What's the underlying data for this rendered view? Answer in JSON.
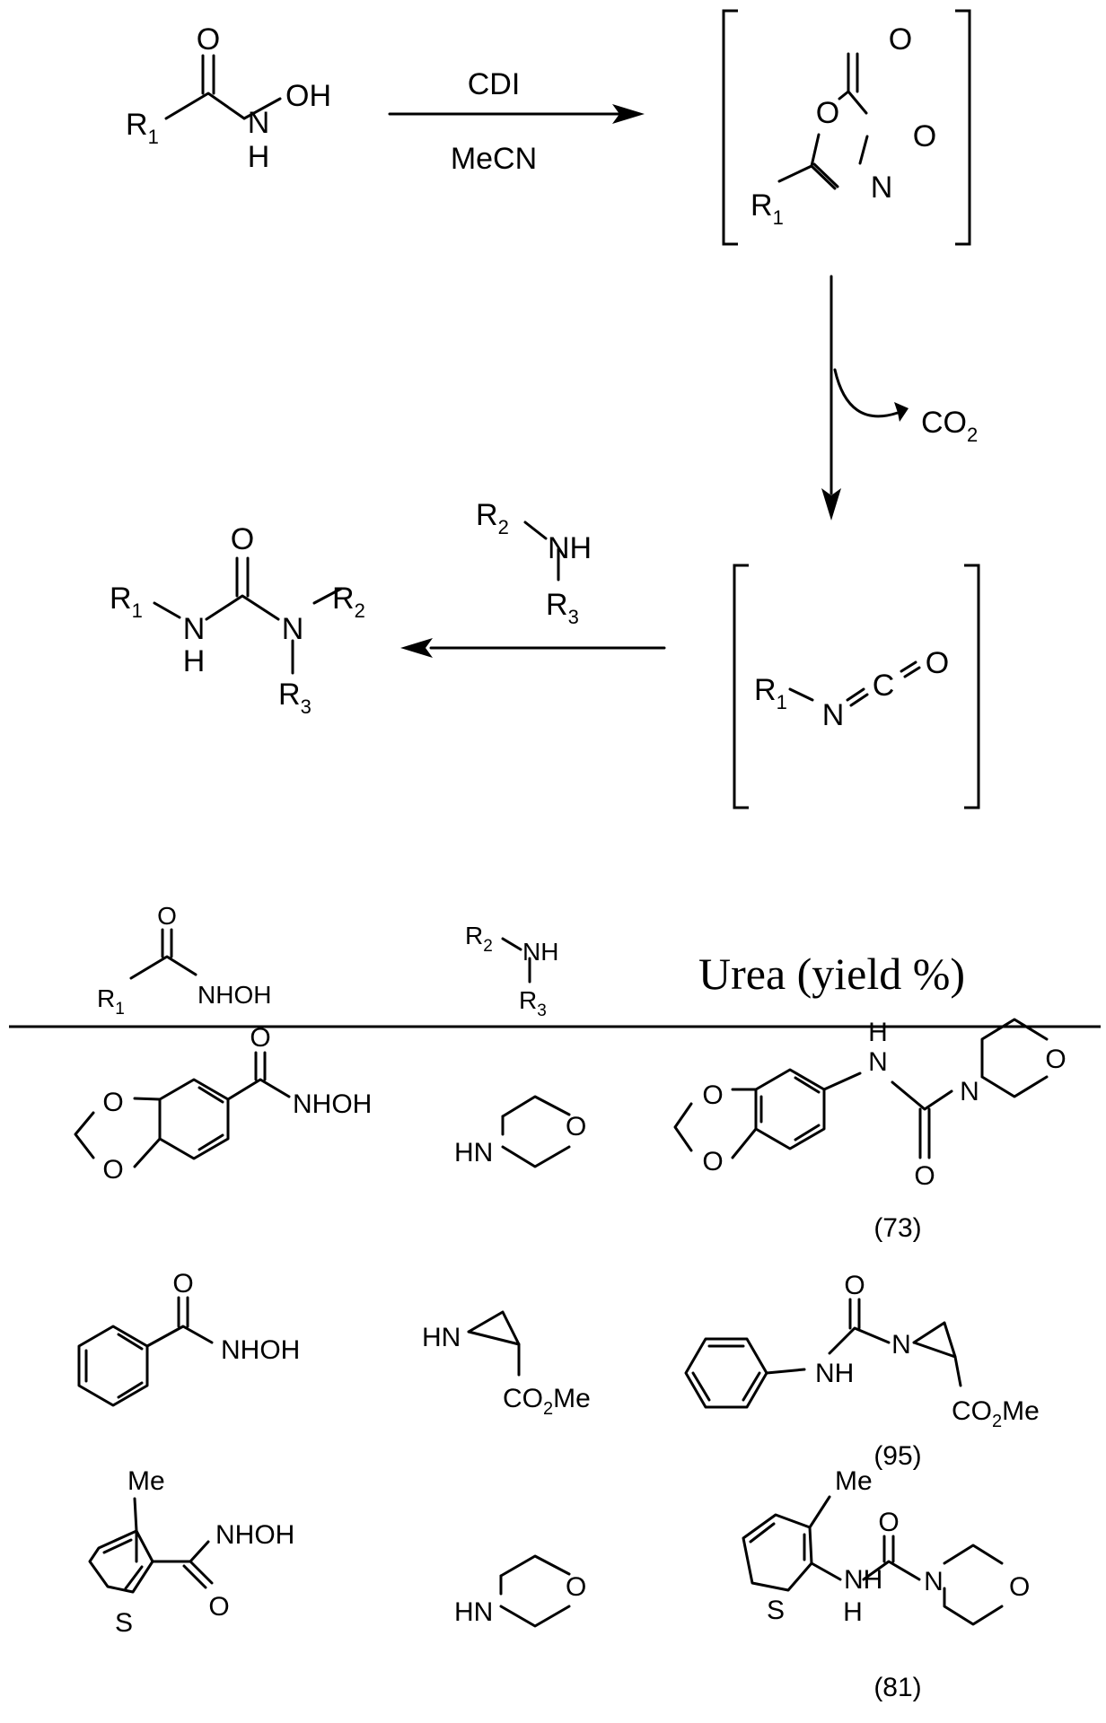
{
  "reaction": {
    "reagent_top": "CDI",
    "solvent_bottom": "MeCN",
    "byproduct": "CO",
    "byproduct_sub": "2"
  },
  "atoms": {
    "R": "R",
    "one": "1",
    "two": "2",
    "three": "3",
    "O": "O",
    "N": "N",
    "C": "C",
    "H": "H",
    "OH": "OH",
    "NH": "NH",
    "HN": "HN",
    "S": "S",
    "Me": "Me",
    "NHOH": "NHOH",
    "CO": "CO",
    "CO2Me_tail": "Me"
  },
  "table": {
    "header_urea": "Urea (yield %)",
    "rows": [
      {
        "yield": "(73)"
      },
      {
        "yield": "(95)"
      },
      {
        "yield": "(81)"
      }
    ]
  }
}
